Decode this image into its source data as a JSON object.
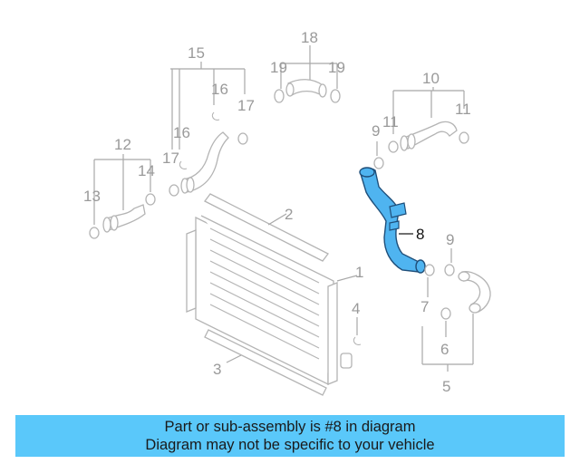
{
  "diagram": {
    "highlight_color": "#4fb4f0",
    "callouts": {
      "c1": "1",
      "c2": "2",
      "c3": "3",
      "c4": "4",
      "c5": "5",
      "c6": "6",
      "c7": "7",
      "c8": "8",
      "c9a": "9",
      "c9b": "9",
      "c10": "10",
      "c11a": "11",
      "c11b": "11",
      "c12": "12",
      "c13": "13",
      "c14": "14",
      "c15": "15",
      "c16a": "16",
      "c16b": "16",
      "c17a": "17",
      "c17b": "17",
      "c18": "18",
      "c19a": "19",
      "c19b": "19"
    }
  },
  "banner": {
    "line1": "Part or sub-assembly is #8 in diagram",
    "line2": "Diagram may not be specific to your vehicle",
    "color": "#5ac8fa"
  }
}
